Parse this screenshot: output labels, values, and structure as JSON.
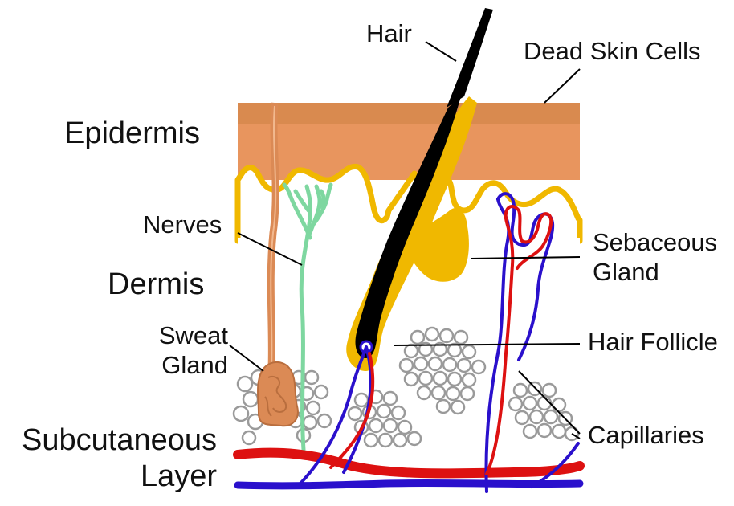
{
  "labels": {
    "hair": "Hair",
    "dead_skin_cells": "Dead Skin Cells",
    "epidermis": "Epidermis",
    "nerves": "Nerves",
    "dermis": "Dermis",
    "sebaceous_gland": [
      "Sebaceous",
      "Gland"
    ],
    "sweat_gland": [
      "Sweat",
      "Gland"
    ],
    "hair_follicle": "Hair Follicle",
    "capillaries": "Capillaries",
    "subcutaneous_layer": [
      "Subcutaneous",
      "Layer"
    ]
  },
  "colors": {
    "epidermis_band": "#E8955E",
    "stratum_corneum": "#D98A4F",
    "basement_line": "#F0B800",
    "hair": "#000000",
    "sweat_gland": "#DB8A55",
    "nerves": "#7ED7A0",
    "sebaceous_gland": "#F0B800",
    "artery": "#DD1111",
    "vein": "#2A10CC",
    "fat_cells": "#9A9A9A",
    "label_text": "#111111"
  }
}
